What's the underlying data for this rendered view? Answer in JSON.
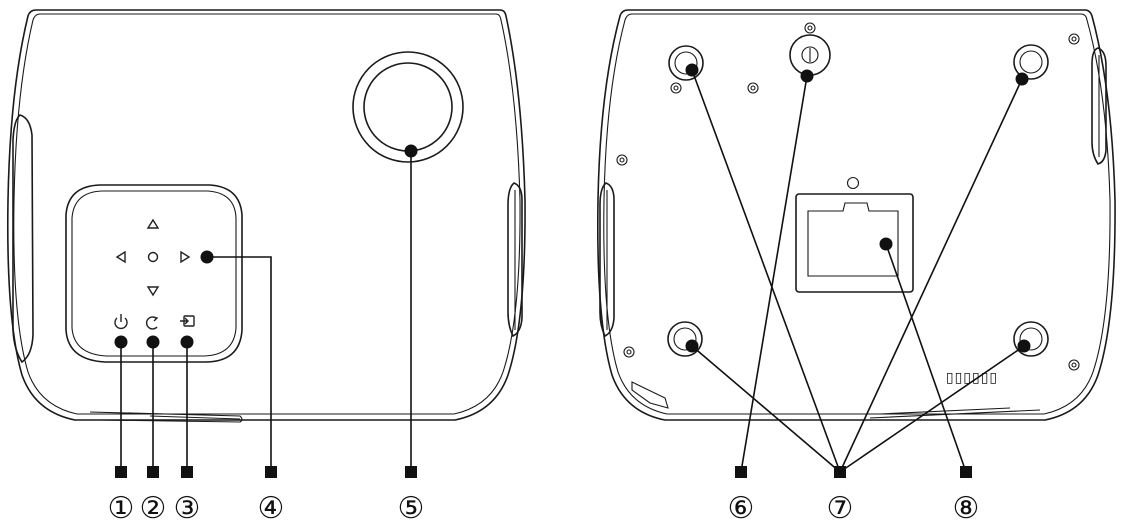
{
  "callouts": [
    {
      "id": "power-button",
      "label": "①"
    },
    {
      "id": "back-button",
      "label": "②"
    },
    {
      "id": "source-button",
      "label": "③"
    },
    {
      "id": "navigation-pad",
      "label": "④"
    },
    {
      "id": "lens",
      "label": "⑤"
    },
    {
      "id": "tripod-mount",
      "label": "⑥"
    },
    {
      "id": "feet",
      "label": "⑦"
    },
    {
      "id": "label-plate",
      "label": "⑧"
    }
  ],
  "bottom_view": {
    "vent_marks": "▯▯▯▯▯▯"
  },
  "icons": {
    "nav_up": "up-triangle-icon",
    "nav_down": "down-triangle-icon",
    "nav_left": "left-triangle-icon",
    "nav_right": "right-triangle-icon",
    "nav_ok": "ok-circle-icon",
    "power": "power-icon",
    "back": "back-icon",
    "source": "source-icon"
  },
  "colors": {
    "line": "#1a1a1a",
    "background": "#ffffff"
  }
}
